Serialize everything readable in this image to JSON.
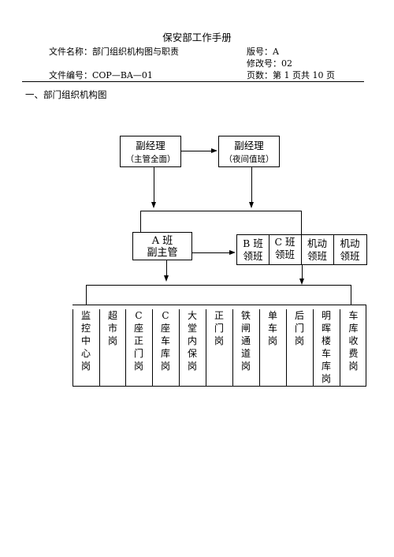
{
  "header": {
    "title": "保安部工作手册",
    "doc_name": "文件名称：部门组织机构图与职责",
    "version": "版号：A",
    "revision": "修改号：02",
    "doc_no": "文件编号：COP—BA—01",
    "pages": "页数：第 1 页共 10 页"
  },
  "section_title": "一、部门组织机构图",
  "chart": {
    "top_left": {
      "line1": "副经理",
      "line2": "（主管全面）"
    },
    "top_right": {
      "line1": "副经理",
      "line2": "（夜间值班）"
    },
    "a_shift": {
      "line1": "A 班",
      "line2": "副主管"
    },
    "team_leaders": [
      {
        "line1": "B 班",
        "line2": "领班"
      },
      {
        "line1": "C 班",
        "line2": "领班"
      },
      {
        "line1": "机动",
        "line2": "领班"
      },
      {
        "line1": "机动",
        "line2": "领班"
      }
    ],
    "posts": [
      "监控中心岗",
      "超市岗",
      "C座正门岗",
      "C座车库岗",
      "大堂内保岗",
      "正门岗",
      "铁闸通道岗",
      "单车岗",
      "后门岗",
      "明晖楼车库岗",
      "车库收费岗"
    ]
  }
}
